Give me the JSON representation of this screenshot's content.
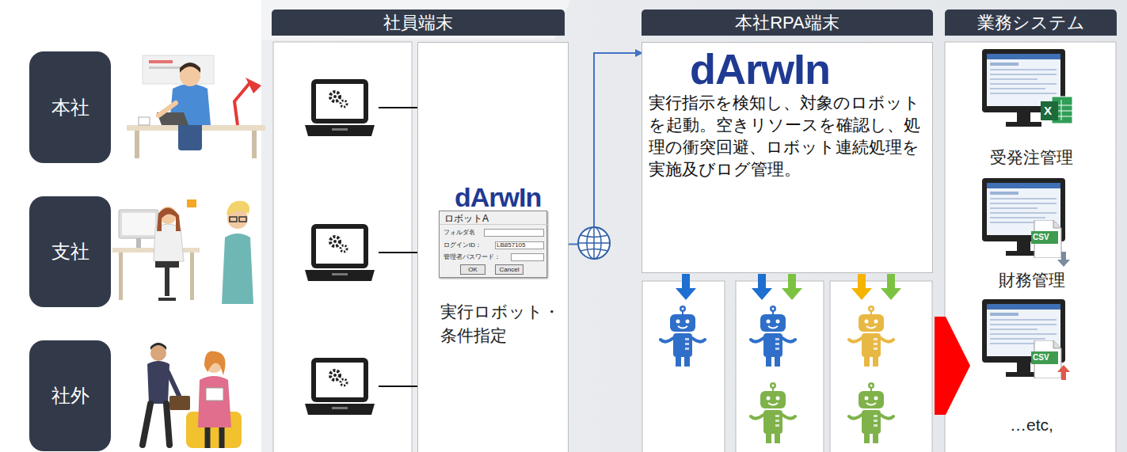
{
  "diagram": {
    "nodes": [
      {
        "text": [
          "本社"
        ]
      },
      {
        "text": [
          "支社"
        ]
      },
      {
        "text": [
          "社外"
        ]
      },
      {
        "text": [
          "社員端末"
        ]
      },
      {
        "text": [
          "dArwIn",
          "実行ロボット・条件指定"
        ],
        "in": 3
      },
      {
        "text": [
          "ロボットA",
          "フォルダ名",
          "ログインID：",
          "LB857105",
          "管理者パスワード：",
          "OK",
          "Cancel"
        ],
        "in": 4
      },
      {
        "text": [
          "本社RPA端末"
        ]
      },
      {
        "text": [
          "dArwIn",
          "実行指示を検知し、対象のロボットを起動。空きリソースを確認し、処理の衝突回避、ロボット連続処理を実施及びログ管理。"
        ],
        "in": 6
      },
      {
        "text": [
          "業務システム"
        ]
      },
      {
        "text": [
          "受発注管理"
        ],
        "in": 8
      },
      {
        "text": [
          "財務管理"
        ],
        "in": 8
      },
      {
        "text": [
          "…etc,"
        ],
        "in": 8
      }
    ],
    "edges": [
      {
        "from": 5,
        "to": 7,
        "arrow": "to"
      },
      {
        "from": 6,
        "to": 8,
        "arrow": "to"
      }
    ],
    "labels": [
      "X",
      "CSV",
      "CSV"
    ]
  }
}
